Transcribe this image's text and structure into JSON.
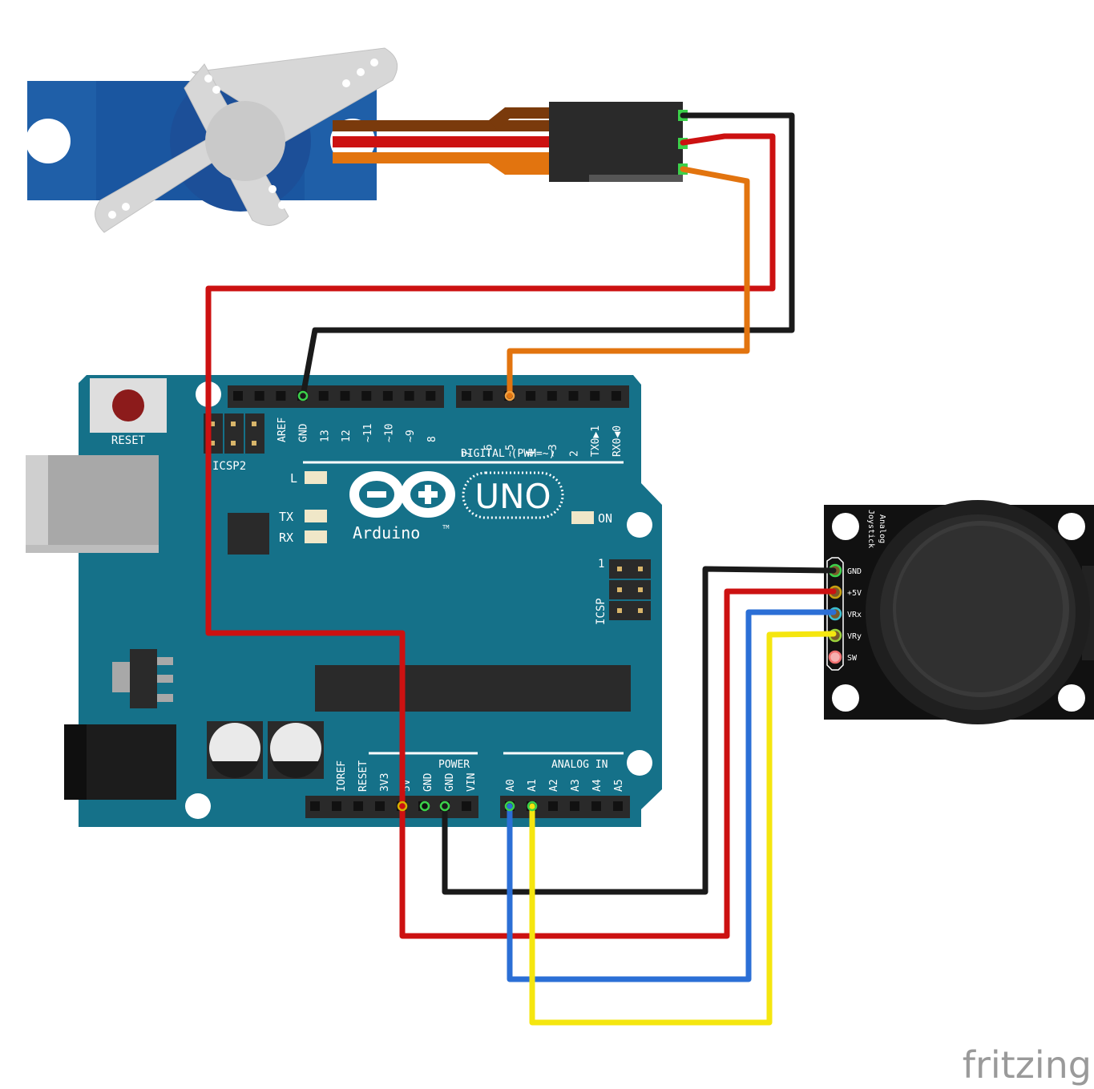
{
  "board": {
    "name": "UNO",
    "brand": "Arduino",
    "trademark": "TM",
    "reset_label": "RESET",
    "icsp2_label": "ICSP2",
    "icsp_label": "ICSP",
    "icsp_pin1": "1",
    "led_l": "L",
    "led_tx": "TX",
    "led_rx": "RX",
    "led_on": "ON",
    "digital_label": "DIGITAL (PWM=~)",
    "power_label": "POWER",
    "analog_label": "ANALOG IN",
    "top_pins_left": [
      "AREF",
      "GND",
      "13",
      "12",
      "~11",
      "~10",
      "~9",
      "8"
    ],
    "top_pins_right": [
      "7",
      "~6",
      "~5",
      "4",
      "~3",
      "2",
      "TX0▶1",
      "RX0◀0"
    ],
    "power_pins": [
      "IOREF",
      "RESET",
      "3V3",
      "5V",
      "GND",
      "GND",
      "VIN"
    ],
    "analog_pins": [
      "A0",
      "A1",
      "A2",
      "A3",
      "A4",
      "A5"
    ],
    "color": "#157189"
  },
  "joystick": {
    "title_line1": "Analog",
    "title_line2": "Joystick",
    "pins": [
      "GND",
      "+5V",
      "VRx",
      "VRy",
      "SW"
    ]
  },
  "wires": {
    "black": "#1a1a1a",
    "red": "#cc1111",
    "orange": "#e2740f",
    "blue": "#2b6fd6",
    "yellow": "#f5e60f",
    "brown": "#7a3a0c"
  },
  "watermark": "fritzing"
}
